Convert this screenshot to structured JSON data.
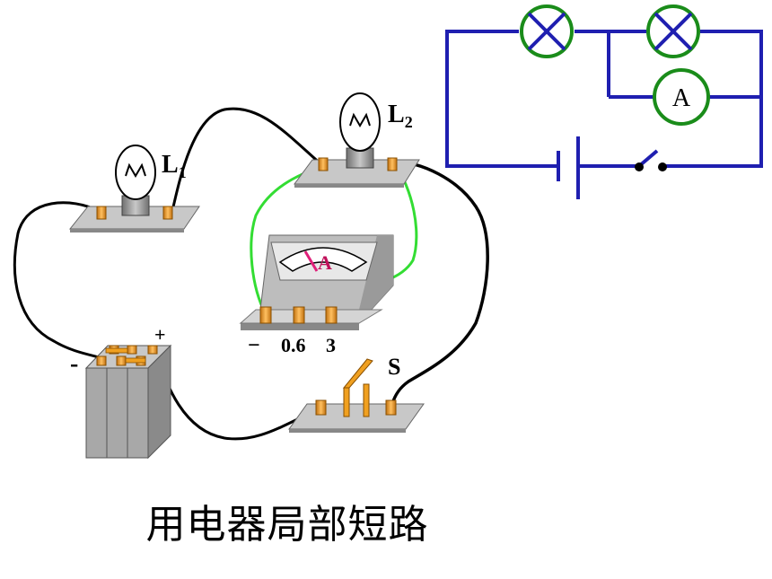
{
  "labels": {
    "lamp1": "L",
    "lamp1_sub": "1",
    "lamp2": "L",
    "lamp2_sub": "2",
    "ammeter_letter": "A",
    "terminal_minus": "−",
    "terminal_06": "0.6",
    "terminal_3": "3",
    "battery_minus": "-",
    "battery_plus": "+",
    "switch": "S",
    "schematic_ammeter": "A"
  },
  "caption": "用电器局部短路",
  "colors": {
    "schematic_wire": "#1f1fb0",
    "schematic_symbol": "#1a8c1a",
    "short_wire": "#33dd33",
    "terminal": "#f0a020",
    "board": "#c0c0c0",
    "battery": "#a8a8a8"
  }
}
